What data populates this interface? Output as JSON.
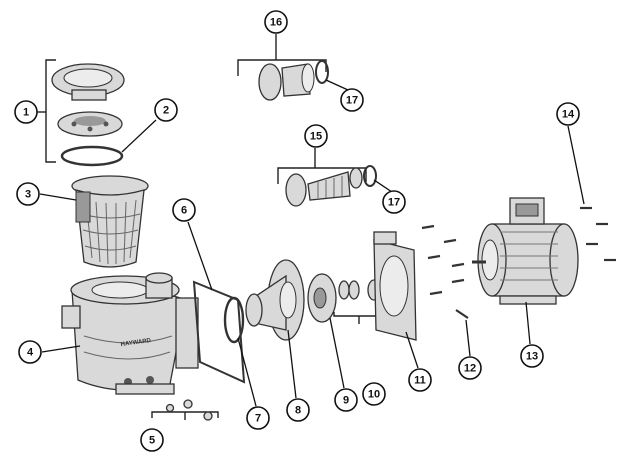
{
  "callouts": [
    {
      "label": "1"
    },
    {
      "label": "2"
    },
    {
      "label": "3"
    },
    {
      "label": "4"
    },
    {
      "label": "5"
    },
    {
      "label": "6"
    },
    {
      "label": "7"
    },
    {
      "label": "8"
    },
    {
      "label": "9"
    },
    {
      "label": "10"
    },
    {
      "label": "11"
    },
    {
      "label": "12"
    },
    {
      "label": "13"
    },
    {
      "label": "14"
    },
    {
      "label": "15"
    },
    {
      "label": "16"
    },
    {
      "label": "17"
    },
    {
      "label": "17"
    }
  ],
  "housing_brand": "HAYWARD"
}
